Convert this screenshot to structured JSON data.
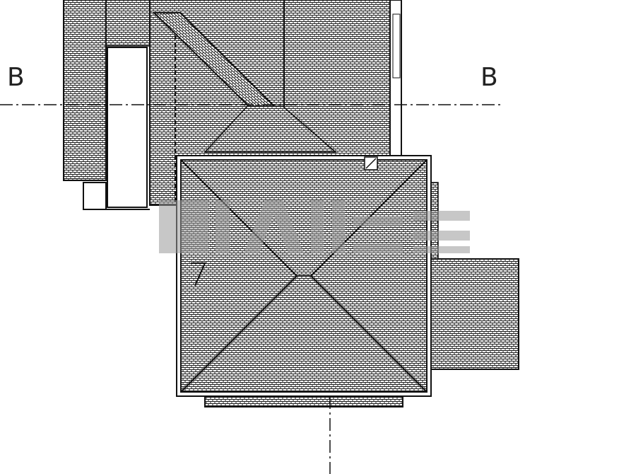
{
  "section_marks": {
    "left": "B",
    "right": "B"
  },
  "colors": {
    "line": "#1a1a1a",
    "tile_fill": "#6b6b6b",
    "background": "#ffffff",
    "watermark": "#9a9a9a"
  },
  "watermark_icon": "logo-watermark"
}
